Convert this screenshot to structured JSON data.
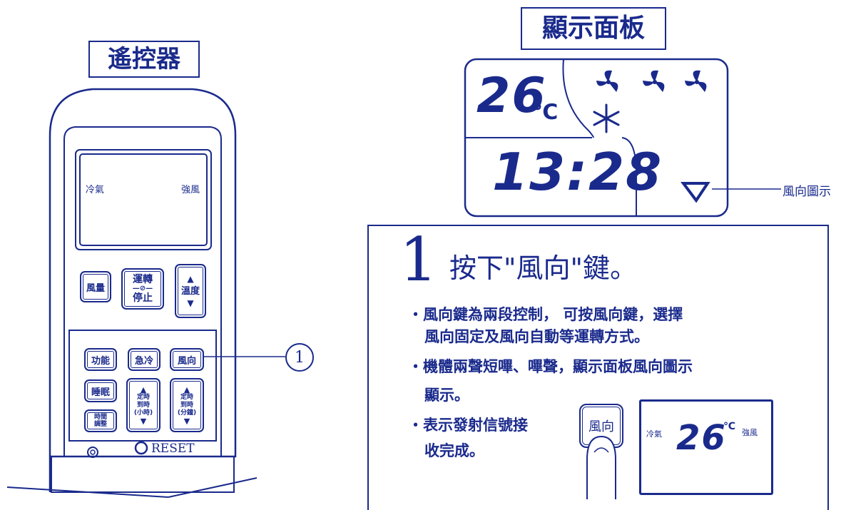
{
  "remote": {
    "title": "遙控器",
    "lcd": {
      "mode": "冷氣",
      "fan": "強風"
    },
    "buttons": {
      "fan_volume": "風量",
      "run_top": "運轉",
      "run_bottom": "停止",
      "temp_label": "溫度",
      "function": "功能",
      "quick_cool": "急冷",
      "direction": "風向",
      "sleep": "睡眠",
      "timer_hour_top": "定時",
      "timer_hour_mid": "到時",
      "timer_hour_unit": "(小時)",
      "timer_min_top": "定時",
      "timer_min_mid": "到時",
      "timer_min_unit": "(分鐘)",
      "time_adjust_top": "時間",
      "time_adjust_bottom": "調整"
    },
    "reset_label": "RESET",
    "callout_number": "1"
  },
  "display_panel": {
    "title": "顯示面板",
    "temperature": "26",
    "temp_unit": "℃",
    "time": "13:28",
    "direction_label": "風向圖示",
    "icons": [
      "fan-icon",
      "fan-icon",
      "fan-icon",
      "snowflake-icon",
      "wind-direction-icon"
    ]
  },
  "instruction": {
    "step_number": "1",
    "heading": "按下\"風向\"鍵。",
    "bullets": [
      [
        "・風向鍵為兩段控制， 可按風向鍵，選擇",
        "風向固定及風向自動等運轉方式。"
      ],
      [
        "・機體兩聲短嗶、嗶聲，顯示面板風向圖示",
        "顯示。"
      ],
      [
        "・表示發射信號接",
        "收完成。"
      ]
    ],
    "button_label": "風向",
    "mini_lcd": {
      "mode": "冷氣",
      "temperature": "26",
      "unit": "℃",
      "fan": "強風"
    }
  },
  "colors": {
    "ink": "#1a2a8c",
    "background": "#ffffff"
  }
}
